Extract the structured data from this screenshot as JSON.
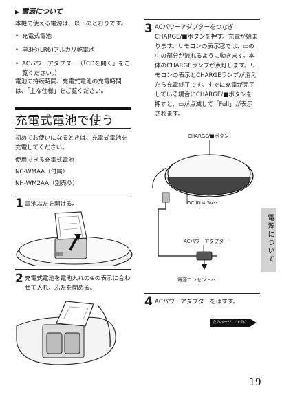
{
  "section": {
    "marker": "▶",
    "heading": "電源について",
    "intro": "本機で使える電源は、以下のとおりです。",
    "bullets": [
      "充電式電池",
      "単3形(LR6)アルカリ乾電池",
      "ACパワーアダプター（「CDを聞く」をご覧ください。）"
    ],
    "note": "電池の持続時間、充電式電池の充電時間は、「主な仕様」をご覧ください。"
  },
  "chapter": {
    "title": "充電式電池で使う",
    "intro": "初めてお使いになるときは、充電式電池を充電してください。",
    "usable_label": "使用できる充電式電池",
    "models": [
      "NC-WMAA（付属）",
      "NH-WM2AA（別売り）"
    ]
  },
  "steps": [
    {
      "num": "1",
      "text": "電池ぶたを開ける。"
    },
    {
      "num": "2",
      "text": "充電式電池を電池入れの⊕の表示に合わせて入れ、ふたを閉める。"
    },
    {
      "num": "3",
      "text": "ACパワーアダプターをつなぎCHARGE/■ボタンを押す。充電が始まります。リモコンの表示窓では、▭の中の部分が流れるように動きます。本体のCHARGEランプが点灯します。リモコンの表示とCHARGEランプが消えたら充電終了です。すでに充電が完了している場合にCHARGE/■ボタンを押すと、▭が点滅して「Full」が表示されます。"
    },
    {
      "num": "4",
      "text": "ACパワーアダプターをはずす。"
    }
  ],
  "figure_labels": {
    "charge_button": "CHARGE/■ボタン",
    "dc_in": "DC IN 4.5Vへ",
    "adapter": "ACパワーアダプター",
    "outlet": "電源コンセントへ"
  },
  "side_tab": "電源について",
  "next_page": "次のページにつづく",
  "page_number": "19",
  "icons": [
    "arrow-icon",
    "battery-indicator-icon",
    "next-page-arrow-icon"
  ]
}
